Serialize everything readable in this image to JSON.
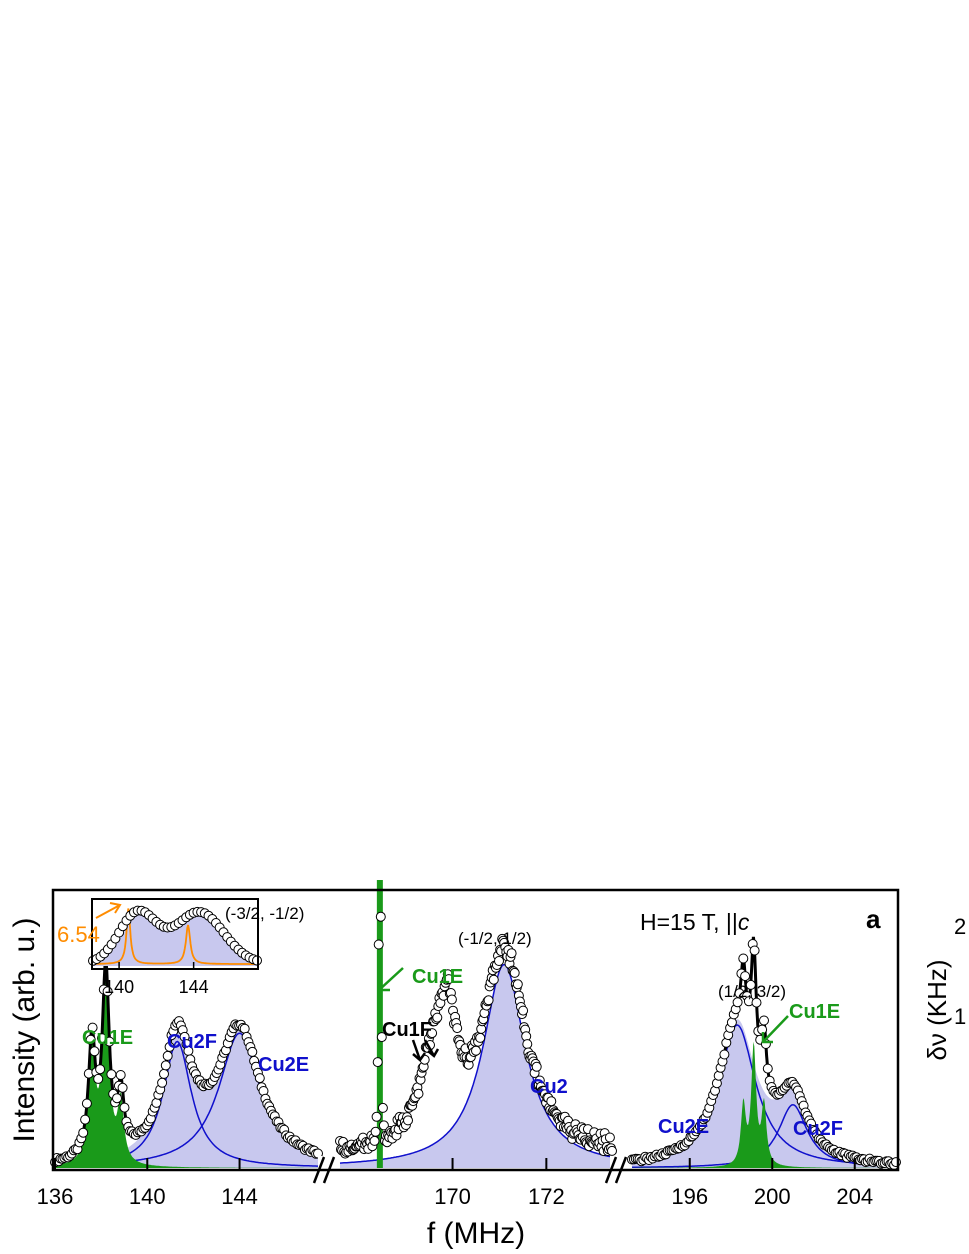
{
  "chart_data": {
    "type": "scatter",
    "panel_letter": "a",
    "field_label": "H=15 T, ||",
    "field_axis": "c",
    "ylabel": "Intensity (arb. u.)",
    "xlabel": "f (MHz)",
    "right_axis_label": "δν (KHz)",
    "right_axis_ticks": [
      "1",
      "2"
    ],
    "segments": [
      {
        "xlim": [
          136,
          147.4
        ],
        "ticks": [
          136,
          140,
          144
        ],
        "transition": "(-3/2, -1/2)"
      },
      {
        "xlim": [
          167.6,
          173.4
        ],
        "ticks": [
          170,
          172
        ],
        "transition": "(-1/2, 1/2)"
      },
      {
        "xlim": [
          193.2,
          206
        ],
        "ticks": [
          196,
          200,
          204
        ],
        "transition": "(1/2, 3/2)"
      }
    ],
    "colors": {
      "cu1": "#1a9a1a",
      "cu2": "#1010cc",
      "fill_cu2": "#c8c8ee",
      "fit": "#000000",
      "inset_line": "#ff8c00"
    },
    "labels": [
      {
        "text": "Cu1E",
        "color": "#1a9a1a"
      },
      {
        "text": "Cu2F",
        "color": "#1010cc"
      },
      {
        "text": "Cu2E",
        "color": "#1010cc"
      },
      {
        "text": "Cu1E",
        "color": "#1a9a1a"
      },
      {
        "text": "Cu1F",
        "color": "#000000"
      },
      {
        "text": "Cu2",
        "color": "#1010cc"
      },
      {
        "text": "Cu2E",
        "color": "#1010cc"
      },
      {
        "text": "Cu1E",
        "color": "#1a9a1a"
      },
      {
        "text": "Cu2F",
        "color": "#1010cc"
      }
    ],
    "peaks": {
      "seg1": {
        "cu1": [
          {
            "f": 137.6,
            "h": 0.42,
            "w": 0.18
          },
          {
            "f": 138.2,
            "h": 0.67,
            "w": 0.18
          },
          {
            "f": 138.85,
            "h": 0.22,
            "w": 0.16
          }
        ],
        "cu2": [
          {
            "f": 141.3,
            "h": 0.46,
            "w": 0.75
          },
          {
            "f": 144.0,
            "h": 0.49,
            "w": 1.1
          }
        ]
      },
      "seg2": {
        "cu1": [
          {
            "f": 168.45,
            "h": 1.0,
            "w": 0.03
          }
        ],
        "cu1f": [
          {
            "f": 169.6,
            "h": 0.3,
            "w": 0.35
          },
          {
            "f": 169.9,
            "h": 0.33,
            "w": 0.2
          }
        ],
        "cu2": [
          {
            "f": 171.1,
            "h": 0.74,
            "w": 0.55
          }
        ]
      },
      "seg3": {
        "cu1": [
          {
            "f": 198.6,
            "h": 0.22,
            "w": 0.14
          },
          {
            "f": 199.1,
            "h": 0.43,
            "w": 0.14
          },
          {
            "f": 199.6,
            "h": 0.22,
            "w": 0.14
          }
        ],
        "cu2": [
          {
            "f": 198.3,
            "h": 0.52,
            "w": 1.1
          },
          {
            "f": 201.0,
            "h": 0.23,
            "w": 0.85
          }
        ]
      }
    },
    "inset": {
      "xlim": [
        138.6,
        147.4
      ],
      "ticks": [
        140,
        144
      ],
      "marker_label": "6.54",
      "data_peaks": [
        {
          "f": 141.0,
          "h": 0.82,
          "w": 1.0
        },
        {
          "f": 144.3,
          "h": 0.83,
          "w": 1.3
        }
      ],
      "orange_peaks": [
        {
          "f": 140.5,
          "h": 1.0,
          "w": 0.12
        },
        {
          "f": 143.7,
          "h": 0.7,
          "w": 0.14
        }
      ]
    }
  }
}
